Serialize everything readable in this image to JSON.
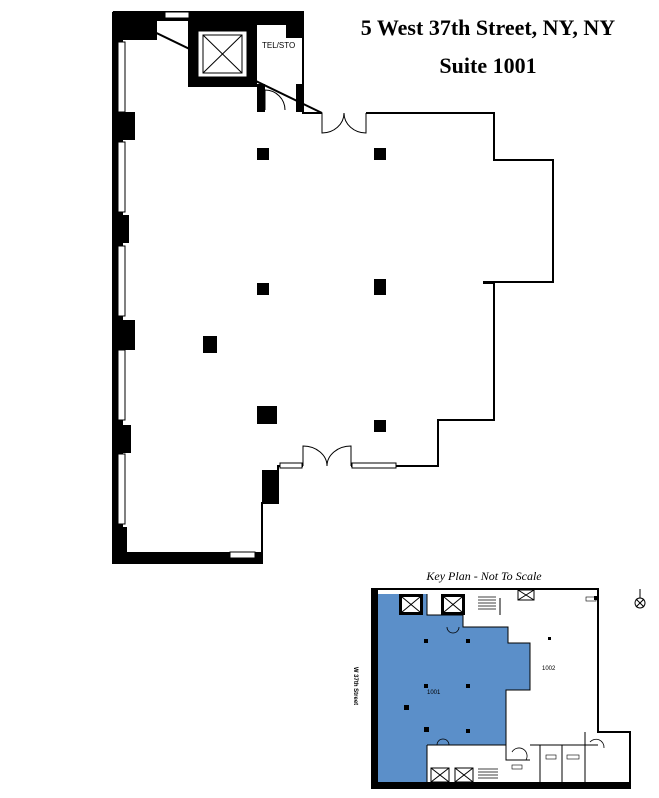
{
  "title": {
    "address": "5 West 37th Street, NY, NY",
    "suite": "Suite 1001"
  },
  "floor_plan": {
    "room_label": "TEL/STO"
  },
  "key_plan": {
    "caption": "Key Plan - Not To Scale",
    "street_label": "W 37th Street",
    "suite_1001_label": "1001",
    "suite_1002_label": "1002",
    "highlight_color": "#5b8fc9"
  },
  "colors": {
    "wall": "#000000",
    "background": "#ffffff",
    "window": "#c8c8c8"
  }
}
